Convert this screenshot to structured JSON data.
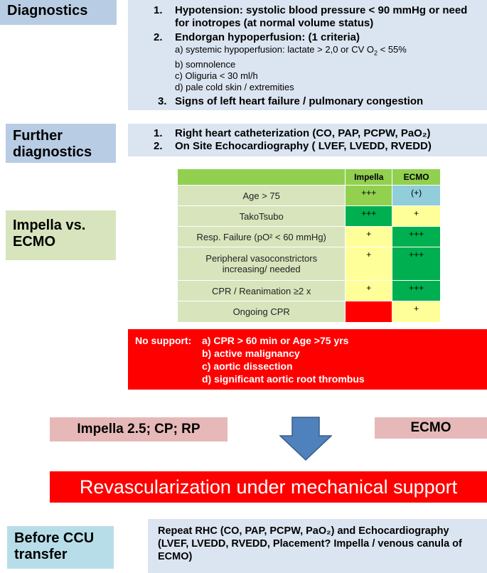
{
  "diagnostics": {
    "label": "Diagnostics",
    "items": [
      {
        "num": "1.",
        "text": "Hypotension: systolic blood pressure < 90 mmHg or need for inotropes (at normal volume status)"
      },
      {
        "num": "2.",
        "text": "Endorgan hypoperfusion: (1 criteria)"
      },
      {
        "num": "3.",
        "text": "Signs of left heart failure / pulmonary congestion"
      }
    ],
    "subitems": {
      "a_pre": "a) systemic hypoperfusion: lactate > 2,0 or CV O",
      "a_sub": "2",
      "a_post": " < 55%",
      "b": "b) somnolence",
      "c": "c) Oliguria < 30 ml/h",
      "d": "d) pale cold skin / extremities"
    }
  },
  "further": {
    "label": "Further diagnostics",
    "items": [
      {
        "num": "1.",
        "text": "Right heart catheterization (CO, PAP, PCPW, PaO₂)"
      },
      {
        "num": "2.",
        "text": "On Site Echocardiography ( LVEF, LVEDD, RVEDD)"
      }
    ]
  },
  "impella_vs": {
    "label": "Impella vs. ECMO"
  },
  "table": {
    "headers": [
      "",
      "Impella",
      "ECMO"
    ],
    "rows": [
      {
        "criterion": "Age > 75",
        "impella": "+++",
        "ecmo": "(+)"
      },
      {
        "criterion": "TakoTsubo",
        "impella": "+++",
        "ecmo": "+"
      },
      {
        "criterion": "Resp. Failure (pO² < 60 mmHg)",
        "impella": "+",
        "ecmo": "+++"
      },
      {
        "criterion": "Peripheral vasoconstrictors increasing/ needed",
        "impella": "+",
        "ecmo": "+++"
      },
      {
        "criterion": "CPR / Reanimation ≥2 x",
        "impella": "+",
        "ecmo": "+++"
      },
      {
        "criterion": "Ongoing CPR",
        "impella": "-",
        "ecmo": "+"
      }
    ]
  },
  "no_support": {
    "label": "No support:",
    "items": [
      "a) CPR > 60 min or Age >75 yrs",
      "b) active malignancy",
      "c) aortic dissection",
      "d) significant aortic root thrombus"
    ]
  },
  "options": {
    "impella": "Impella 2.5; CP; RP",
    "ecmo": "ECMO"
  },
  "revascularization": "Revascularization under mechanical support",
  "before_ccu": {
    "label": "Before CCU transfer",
    "text": "Repeat RHC (CO, PAP, PCPW, PaO₂) and Echocardiography (LVEF, LVEDD, RVEDD, Placement? Impella / venous canula of ECMO)"
  },
  "colors": {
    "label_blue": "#b8cce4",
    "content_blue": "#dbe5f1",
    "label_green": "#d7e4bd",
    "red": "#ff0000",
    "pink": "#e6b9b8",
    "arrow": "#4f81bd",
    "light_cyan": "#b7dee8"
  }
}
